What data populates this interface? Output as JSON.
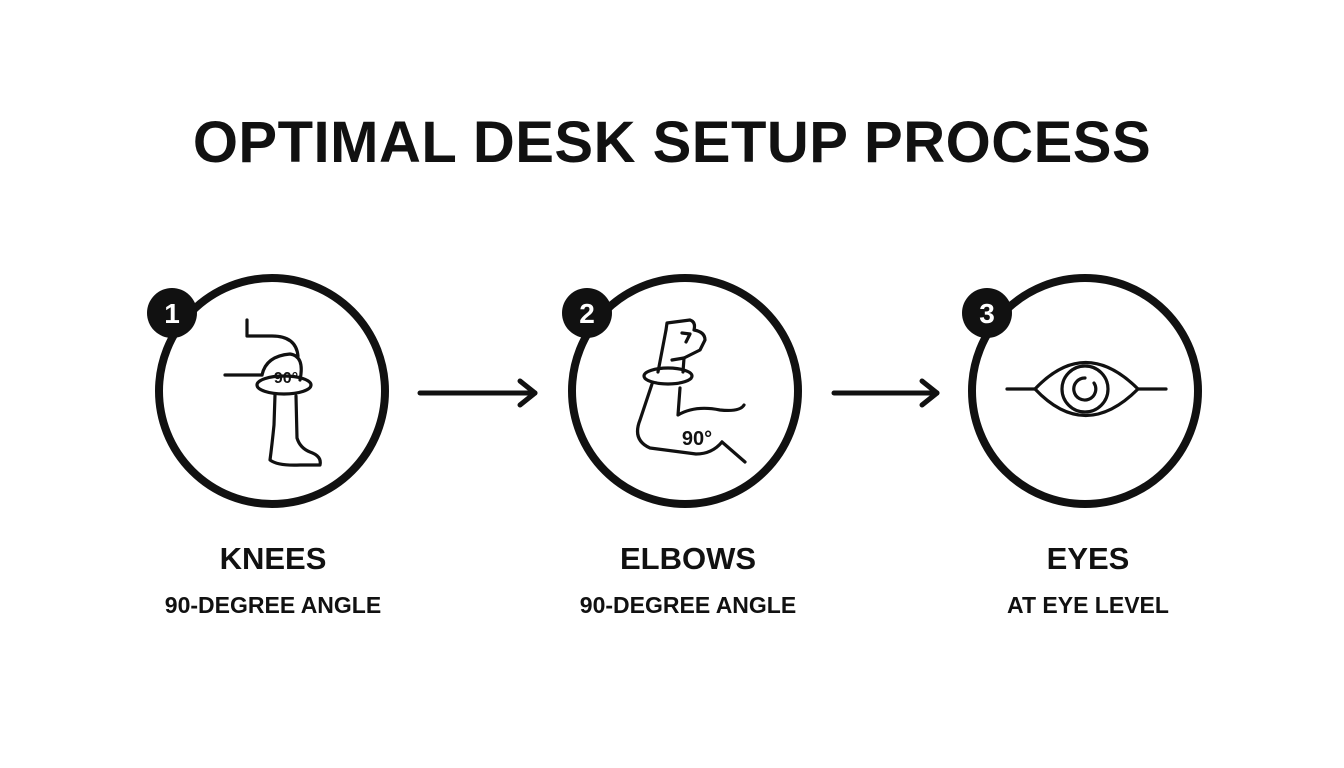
{
  "title": "OPTIMAL DESK SETUP PROCESS",
  "colors": {
    "ink": "#111111",
    "background": "#ffffff"
  },
  "steps": [
    {
      "number": "1",
      "name": "KNEES",
      "description": "90-DEGREE ANGLE",
      "icon": "knee-leg-icon",
      "icon_label": "90°"
    },
    {
      "number": "2",
      "name": "ELBOWS",
      "description": "90-DEGREE ANGLE",
      "icon": "flexed-arm-icon",
      "icon_label": "90°"
    },
    {
      "number": "3",
      "name": "EYES",
      "description": "AT EYE LEVEL",
      "icon": "eye-icon"
    }
  ],
  "connectors": [
    "arrow-right-icon",
    "arrow-right-icon"
  ]
}
